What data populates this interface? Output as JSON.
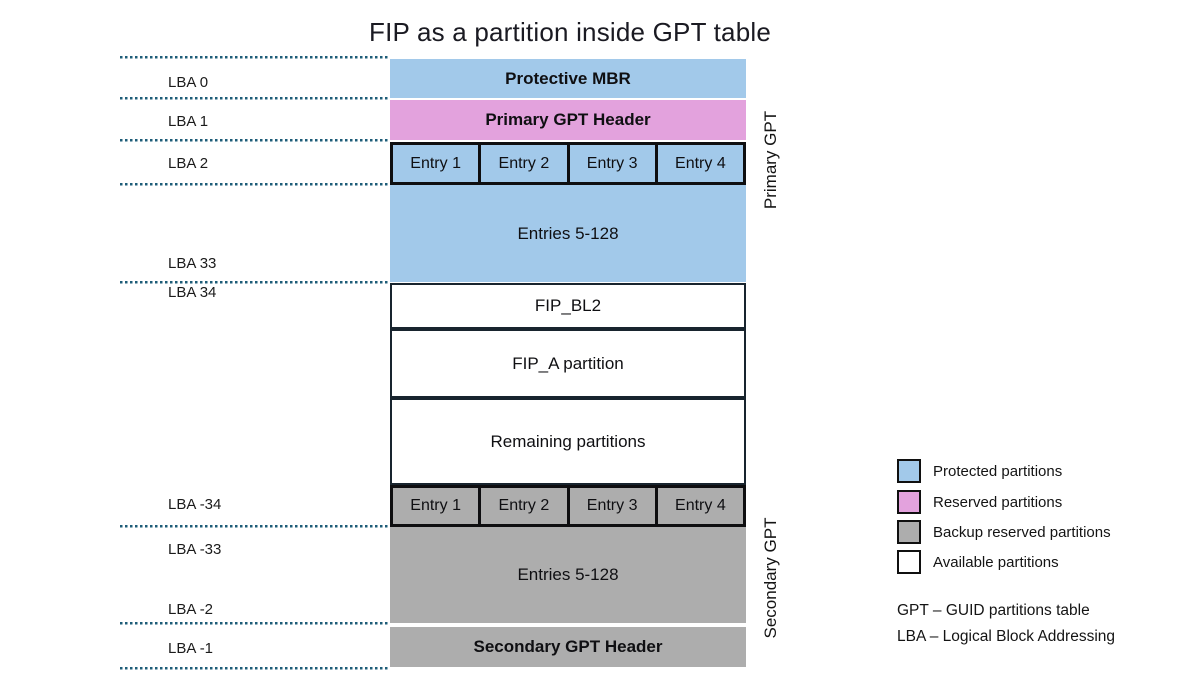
{
  "title": "FIP as a partition inside GPT table",
  "colors": {
    "protected": "#A2C9EA",
    "reserved": "#E3A2DD",
    "backup_reserved": "#ADADAD",
    "available": "#FFFFFF",
    "dotted_line": "#1E5D78"
  },
  "lba_labels": [
    "LBA 0",
    "LBA 1",
    "LBA 2",
    "LBA 33",
    "LBA 34",
    "LBA -34",
    "LBA -33",
    "LBA -2",
    "LBA -1"
  ],
  "blocks": {
    "protective_mbr": "Protective MBR",
    "primary_gpt_header": "Primary GPT Header",
    "primary_entries": [
      "Entry 1",
      "Entry 2",
      "Entry 3",
      "Entry 4"
    ],
    "primary_entries_rest": "Entries 5-128",
    "fip_bl2": "FIP_BL2",
    "fip_a": "FIP_A partition",
    "remaining": "Remaining partitions",
    "secondary_entries": [
      "Entry 1",
      "Entry 2",
      "Entry 3",
      "Entry 4"
    ],
    "secondary_entries_rest": "Entries 5-128",
    "secondary_gpt_header": "Secondary GPT Header"
  },
  "side_labels": {
    "primary": "Primary GPT",
    "secondary": "Secondary GPT"
  },
  "legend": {
    "items": [
      {
        "label": "Protected partitions",
        "color": "#A2C9EA"
      },
      {
        "label": "Reserved partitions",
        "color": "#E3A2DD"
      },
      {
        "label": "Backup reserved partitions",
        "color": "#ADADAD"
      },
      {
        "label": "Available partitions",
        "color": "#FFFFFF"
      }
    ],
    "abbreviations": [
      "GPT – GUID partitions table",
      "LBA – Logical Block Addressing"
    ]
  }
}
